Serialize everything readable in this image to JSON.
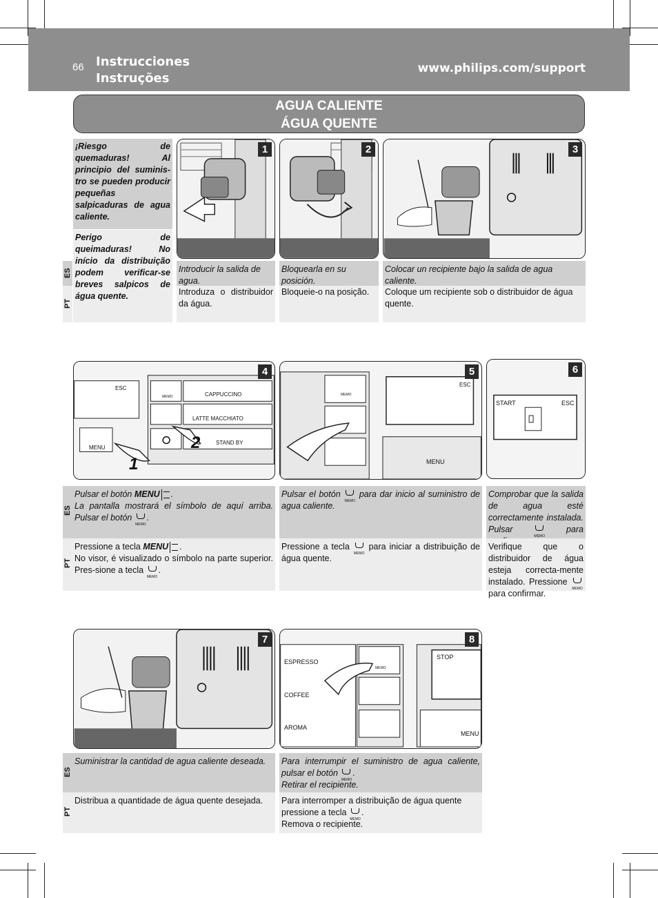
{
  "header": {
    "page_number": "66",
    "title_es": "Instrucciones",
    "title_pt": "Instruções",
    "url": "www.philips.com/support"
  },
  "section": {
    "title_es": "AGUA CALIENTE",
    "title_pt": "ÁGUA QUENTE"
  },
  "warning": {
    "es": "¡Riesgo de quemaduras! Al principio del suminis-tro se pueden producir pequeñas salpicaduras de agua caliente.",
    "pt": "Perigo de queimaduras! No início da distribuição podem verificar-se breves salpicos de água quente."
  },
  "lang_labels": {
    "es": "ES",
    "pt": "PT"
  },
  "steps": [
    {
      "num": "1",
      "es": "Introducir la salida de agua.",
      "pt": "Introduza o distribuidor da água."
    },
    {
      "num": "2",
      "es": "Bloquearla en su posición.",
      "pt": "Bloqueie-o na posição."
    },
    {
      "num": "3",
      "es": "Colocar un recipiente bajo la salida de agua caliente.",
      "pt": "Coloque um recipiente sob o distribuidor de água quente."
    },
    {
      "num": "4",
      "es_a": "Pulsar el botón ",
      "es_b": "MENU",
      "es_c": ".",
      "es_d": "La pantalla mostrará el símbolo de aquí arriba. Pulsar el botón ",
      "es_e": ".",
      "pt_a": "Pressione a tecla ",
      "pt_b": "MENU",
      "pt_c": ".",
      "pt_d": "No visor, é visualizado o símbolo na parte superior. Pres-sione a tecla ",
      "pt_e": "."
    },
    {
      "num": "5",
      "es_a": "Pulsar el botón ",
      "es_b": " para dar inicio al suministro de agua caliente.",
      "pt_a": "Pressione a tecla ",
      "pt_b": " para iniciar a distribuição de água quente."
    },
    {
      "num": "6",
      "es_a": "Comprobar que la salida de agua esté correctamente instalada. Pulsar ",
      "es_b": " para confirmar.",
      "pt_a": "Verifique que o distribuidor de água esteja correcta-mente instalado. Pressione ",
      "pt_b": " para confirmar."
    },
    {
      "num": "7",
      "es": "Suministrar la cantidad de agua caliente deseada.",
      "pt": "Distribua a quantidade de água quente desejada."
    },
    {
      "num": "8",
      "es_a": "Para interrumpir el suministro de agua caliente, pulsar el botón ",
      "es_b": ".",
      "es_c": "Retirar el recipiente.",
      "pt_a": "Para interromper a distribuição de água quente pressione a tecla ",
      "pt_b": ".",
      "pt_c": "Remova o recipiente."
    }
  ],
  "panel4": {
    "esc": "ESC",
    "menu": "MENU",
    "memo": "MEMO",
    "buttons": [
      "CAPPUCCINO",
      "LATTE MACCHIATO",
      "STAND BY"
    ],
    "hand1": "1",
    "hand2": "2"
  },
  "panel5": {
    "esc": "ESC",
    "menu": "MENU",
    "memo": "MEMO"
  },
  "panel6": {
    "start": "START",
    "esc": "ESC"
  },
  "panel8": {
    "buttons": [
      "ESPRESSO",
      "COFFEE",
      "AROMA"
    ],
    "stop": "STOP",
    "menu": "MENU",
    "memo": "MEMO"
  }
}
